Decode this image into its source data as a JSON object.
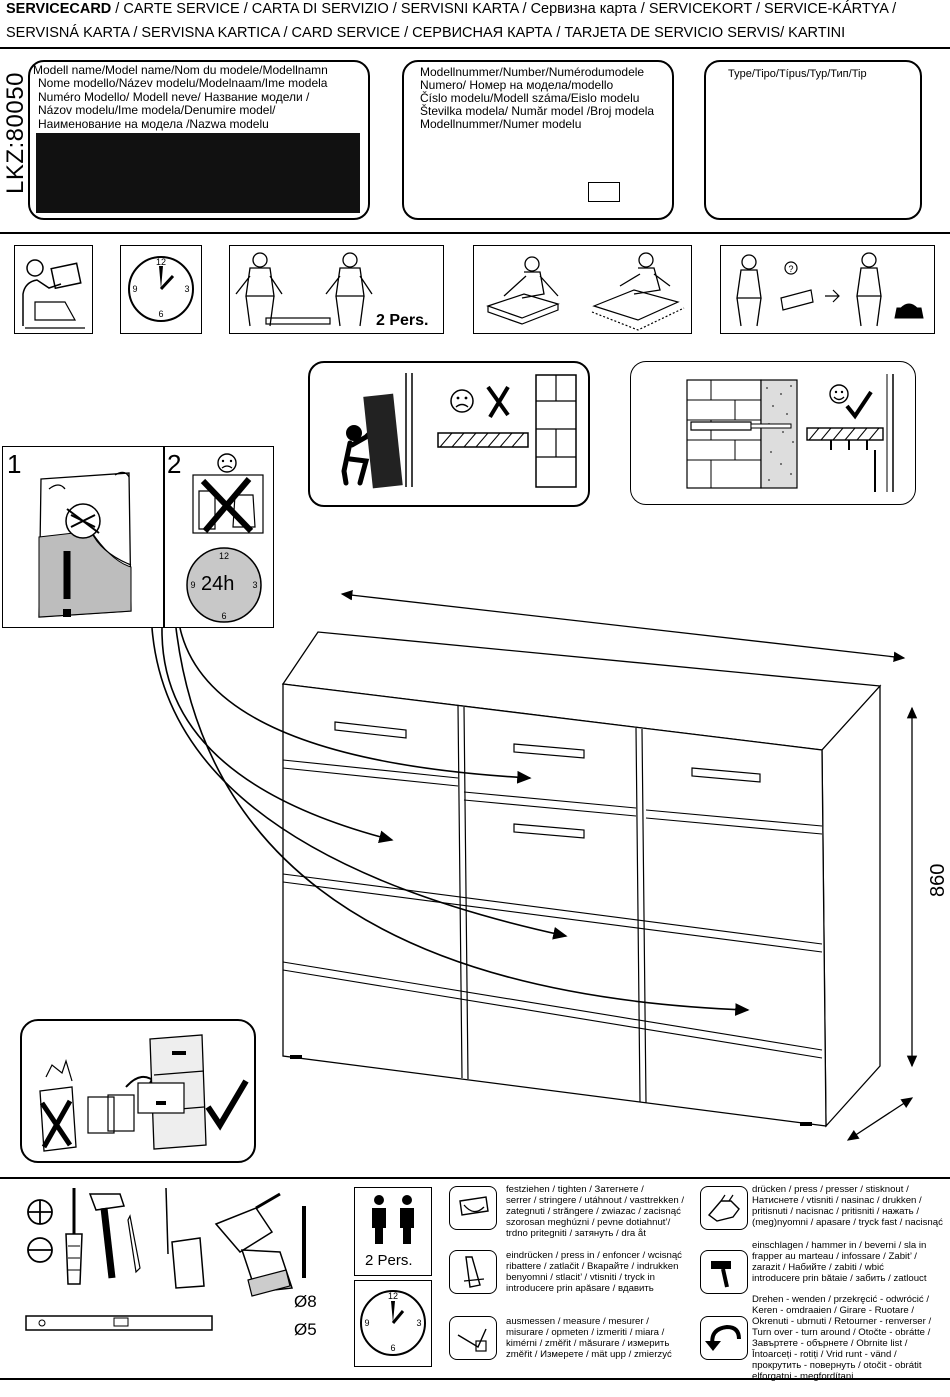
{
  "header": {
    "line1_bold": "SERVICECARD",
    "line1_rest": " / CARTE SERVICE / CARTA DI SERVIZIO / SERVISNI KARTA / Сервизна карта / SERVICEKORT / SERVICE-KÁRTYA /",
    "line2": "SERVISNÁ KARTA / SERVISNA KARTICA / CARD SERVICE / СЕРВИСНАЯ КАРТА / TARJETA DE SERVICIO SERVIS/ KARTINI"
  },
  "side_code": "LKZ:80050",
  "model_name_box": {
    "lines": [
      "Modell name/Model name/Nom du modele/Modellnamn",
      "Nome modello/Název modelu/Modelnaam/Ime modela",
      "Numéro Modello/ Modell neve/   Название модели /",
      "Názov modelu/Ime modela/Denumire model/",
      "Наименование на модела /Nazwa modelu"
    ]
  },
  "model_number_box": {
    "lines": [
      "Modellnummer/Number/Numérodumodele",
      "Numero/   Номер на модела/modello",
      "Číslo modelu/Modell száma/Eislo modelu",
      "Številka modela/  Număr model /Broj modela",
      "Modellnummer/Numer modelu"
    ]
  },
  "type_box": {
    "label": "Type/Tipo/Típus/Typ/Тип/Tip"
  },
  "persons_top": "2 Pers.",
  "step_numbers": [
    "1",
    "2"
  ],
  "hours_label": "24h",
  "dimension_label": "860",
  "drill_sizes": [
    "Ø8",
    "Ø5"
  ],
  "persons_bottom": "2 Pers.",
  "legend": [
    {
      "icon": "tighten-icon",
      "lines": [
        "festziehen / tighten / Затегнете /",
        "serrer / stringere / utáhnout / vasttrekken /",
        "zategnuti / străngere / zwiazac / zacisnąć",
        "szorosan meghúzni / pevne dotiahnut’/",
        "trdno pritegniti / затянуть / dra åt"
      ]
    },
    {
      "icon": "press-in-icon",
      "lines": [
        "eindrücken / press in / enfoncer / wcisnąć",
        "ribattere / zatlačit / Вкарайте / indrukken",
        "benyomni / stlacit’ / vtisniti / tryck in",
        "introducere prin apăsare / вдавить"
      ]
    },
    {
      "icon": "measure-icon",
      "lines": [
        "ausmessen / measure / mesurer /",
        "misurare / opmeten / izmeriti / miara /",
        "kimérni / změřit / măsurare / измерить",
        "změřit / Измерете / mät upp / zmierzyć"
      ]
    },
    {
      "icon": "press-icon",
      "lines": [
        "drücken / press / presser / stisknout /",
        "Натиснете / vtisniti / nasinac / drukken /",
        "pritisnuti / nacisnac / pritisniti / нажать /",
        "(meg)nyomni / apasare / tryck fast / nacisnąć"
      ]
    },
    {
      "icon": "hammer-in-icon",
      "lines": [
        "einschlagen / hammer in / beverni / sla in",
        "frapper au marteau / infossare / Zabit’ /",
        "zarazit / Набийте / zabiti / wbić",
        "introducere prin bătaie / забить / zatlouct"
      ]
    },
    {
      "icon": "turn-over-icon",
      "lines": [
        "Drehen - wenden / przekręcić - odwrócić /",
        "Keren - omdraaien / Girare - Ruotare /",
        "Okrenuti - ubrnuti / Retourner - renverser /",
        "Turn over - turn around / Otočte - obrátte /",
        "Завъртете - обърнете / Obrnite list /",
        "Întoarceți - rotiți / Vrid runt - vänd /",
        "прокрутить - повернуть / otočit - obrátit",
        "elforgatni - megfordítani"
      ]
    }
  ]
}
